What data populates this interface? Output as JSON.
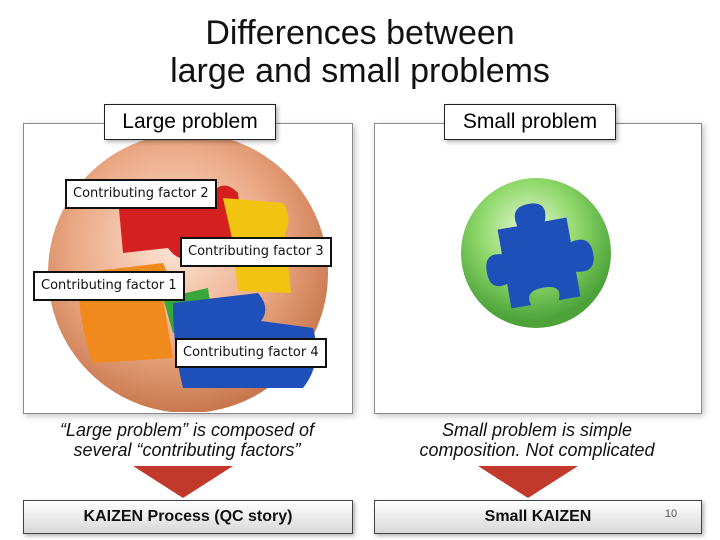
{
  "slide": {
    "title_line1": "Differences between",
    "title_line2": "large and small problems",
    "page_number": "10"
  },
  "large_panel": {
    "label": "Large problem",
    "factors": [
      "Contributing factor 2",
      "Contributing factor 3",
      "Contributing factor 1",
      "Contributing factor 4"
    ],
    "caption_line1": "“Large problem” is composed of",
    "caption_line2": "several “contributing factors”",
    "action": "KAIZEN Process (QC story)"
  },
  "small_panel": {
    "label": "Small problem",
    "caption_line1": "Small problem is simple",
    "caption_line2": "composition. Not complicated",
    "action": "Small KAIZEN"
  },
  "colors": {
    "arrow": "#c0392b",
    "sphere_large": "#e8a37a",
    "sphere_small": "#7fd35a",
    "piece_blue": "#1f4fb8",
    "piece_red": "#d42020",
    "piece_yellow": "#f1c40f",
    "piece_orange": "#f08a1c",
    "piece_green": "#3aa63a"
  }
}
